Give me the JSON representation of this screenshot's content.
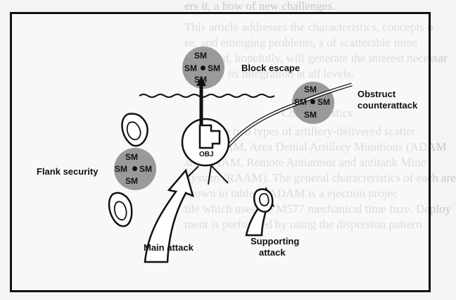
{
  "background_text": [
    "ers it, a how of new challenges.",
    "This article addresses the characteristics, concepts o",
    "se, and emerging problems, s of scatterable mine",
    "SM), and, hopefully, will generate the interest necessar",
    "o ensure its integration at all levels.",
    "Characteristics",
    "There are two types of artillery-delivered scatter",
    "SM: ADAM, Area Denial Artillery Munitions (ADAM",
    "and RAAM, Remote Antiarmor and antitank Mine",
    "System (RAAM). The general characteristics of each are",
    "shown in table 1. ADAM is a  ejection projec",
    "tile which uses the M577 mechanical time fuze. Deploy",
    "ment is performed by using the  dispersion pattern"
  ],
  "mine_label": "SM",
  "objective_label": "OBJ",
  "labels": {
    "block_escape": "Block escape",
    "obstruct_line1": "Obstruct",
    "obstruct_line2": "counterattack",
    "flank_security": "Flank security",
    "main_attack": "Main attack",
    "supporting_line1": "Supporting",
    "supporting_line2": "attack"
  },
  "colors": {
    "mine_field": "#9a9a9a",
    "ink": "#111111",
    "ghost_text": "#c9c9c9"
  }
}
